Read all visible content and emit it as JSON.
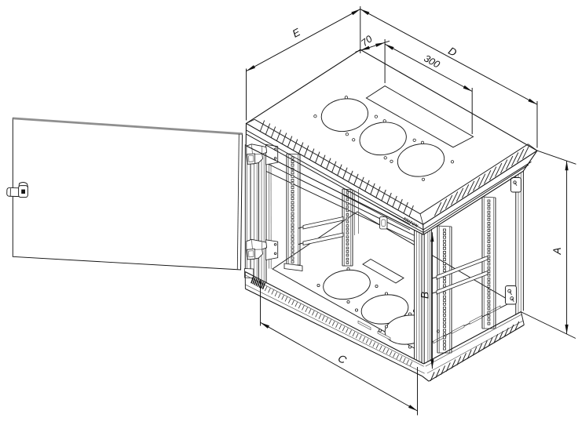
{
  "figure": "wall-mount rack cabinet isometric technical drawing, door open",
  "dims": {
    "e": "E",
    "n70": "70",
    "n300": "300",
    "d": "D",
    "a": "A",
    "b": "B",
    "c": "C"
  },
  "brand": "TRITON",
  "colors": {
    "line": "#1c1c1c",
    "background": "#ffffff",
    "door_edge": "#8f8f8f"
  }
}
